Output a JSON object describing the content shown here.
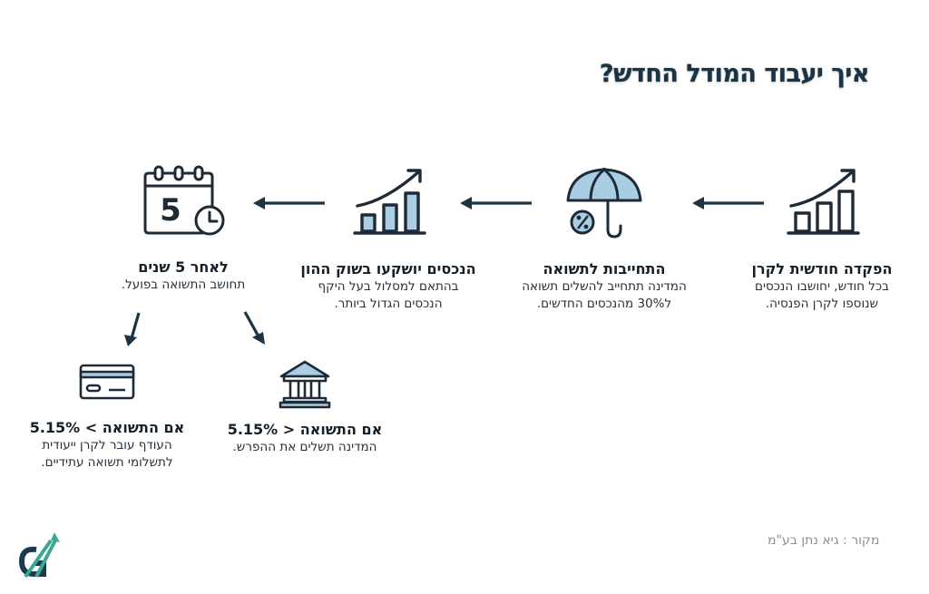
{
  "title": "איך יעבוד המודל החדש?",
  "colors": {
    "dark": "#1a3345",
    "accent_blue": "#a9cde3",
    "teal": "#3aa894",
    "text": "#26313b",
    "source_gray": "#8a8f94"
  },
  "steps": [
    {
      "icon": "bar-chart-growth-icon",
      "heading": "הפקדה חודשית לקרן",
      "lines": [
        "בכל חודש, יחושבו הנכסים",
        "שנוספו לקרן הפנסיה."
      ]
    },
    {
      "icon": "umbrella-percent-icon",
      "heading": "התחייבות לתשואה",
      "lines": [
        "המדינה תתחייב להשלים תשואה",
        "ל30% מהנכסים החדשים."
      ]
    },
    {
      "icon": "bar-chart-growth-filled-icon",
      "heading": "הנכסים יושקעו בשוק ההון",
      "lines": [
        "בהתאם למסלול בעל היקף",
        "הנכסים הגדול ביותר."
      ]
    },
    {
      "icon": "calendar-5-clock-icon",
      "heading": "לאחר 5 שנים",
      "lines": [
        "תחושב התשואה בפועל."
      ]
    }
  ],
  "outcomes": [
    {
      "icon": "bank-building-icon",
      "heading": "אם התשואה < 5.15%",
      "lines": [
        "המדינה תשלים את ההפרש."
      ]
    },
    {
      "icon": "credit-card-icon",
      "heading": "אם התשואה > 5.15%",
      "lines": [
        "העודף עובר לקרן ייעודית",
        "לתשלומי תשואה עתידיים."
      ]
    }
  ],
  "source": "מקור : גיא נתן בע\"מ",
  "logo": "G-arrow-logo"
}
